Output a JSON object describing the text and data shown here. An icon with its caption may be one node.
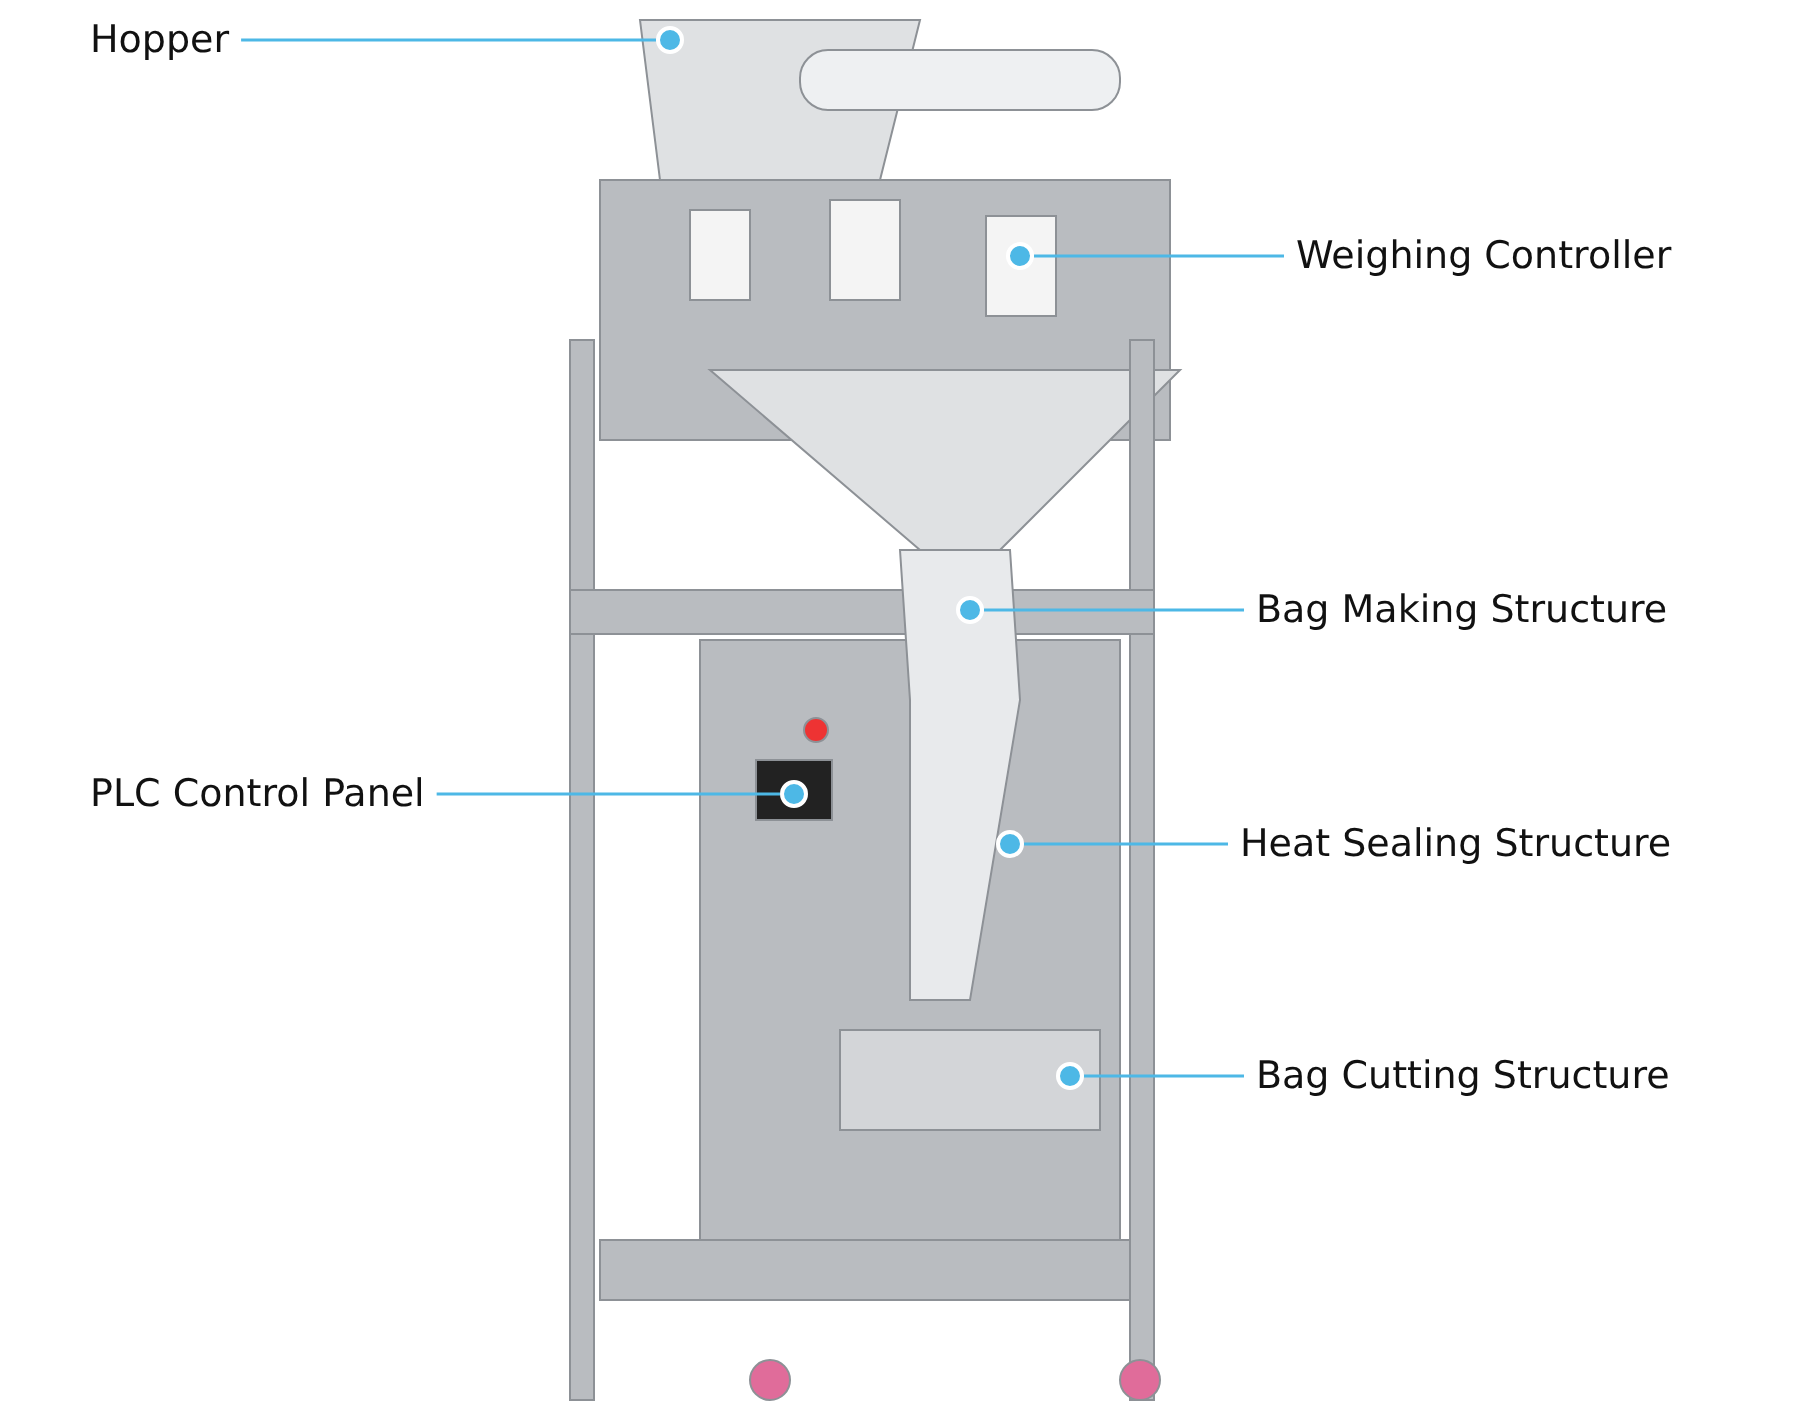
{
  "diagram": {
    "nodes": [
      {
        "text": [
          "Hopper"
        ]
      },
      {
        "text": [],
        "shape": "circle"
      },
      {
        "text": [
          "Weighing Controller"
        ]
      },
      {
        "text": [],
        "shape": "circle"
      },
      {
        "text": [
          "Bag Making Structure"
        ]
      },
      {
        "text": [],
        "shape": "circle"
      },
      {
        "text": [
          "PLC Control Panel"
        ]
      },
      {
        "text": [],
        "shape": "circle"
      },
      {
        "text": [
          "Heat Sealing Structure"
        ]
      },
      {
        "text": [],
        "shape": "circle"
      },
      {
        "text": [
          "Bag Cutting Structure"
        ]
      },
      {
        "text": [],
        "shape": "circle"
      }
    ],
    "edges": [
      {
        "from": 0,
        "to": 1,
        "arrow": "none"
      },
      {
        "from": 2,
        "to": 3,
        "arrow": "none"
      },
      {
        "from": 4,
        "to": 5,
        "arrow": "none"
      },
      {
        "from": 6,
        "to": 7,
        "arrow": "none"
      },
      {
        "from": 8,
        "to": 9,
        "arrow": "none"
      },
      {
        "from": 10,
        "to": 11,
        "arrow": "none"
      }
    ]
  }
}
